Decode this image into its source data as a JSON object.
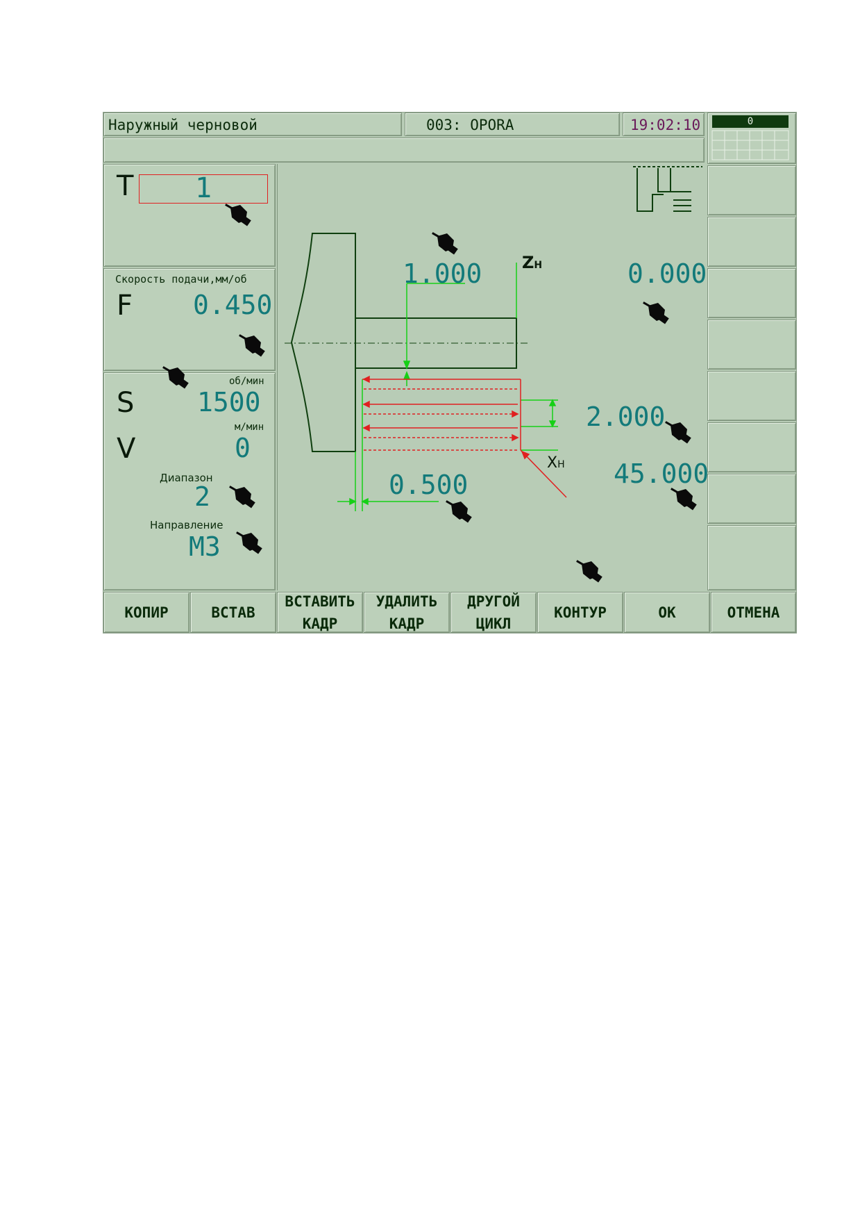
{
  "header": {
    "cycle_name": "Наружный черновой",
    "program": "003: OPORA",
    "time": "19:02:10",
    "counter": "0"
  },
  "left": {
    "tool_letter": "T",
    "tool_value": "1",
    "feed_label": "Скорость подачи,мм/об",
    "feed_letter": "F",
    "feed_value": "0.450",
    "speed_unit": "об/мин",
    "speed_letter": "S",
    "speed_value": "1500",
    "cut_unit": "м/мин",
    "cut_letter": "V",
    "cut_value": "0",
    "range_label": "Диапазон",
    "range_value": "2",
    "direction_label": "Направление",
    "direction_value": "M3"
  },
  "drawing": {
    "stock_allowance": "1.000",
    "z_axis_label": "Z",
    "z_sub": "H",
    "z_value": "0.000",
    "depth_value": "2.000",
    "angle_value": "45.000",
    "x_axis_label": "X",
    "x_sub": "H",
    "finish_allowance": "0.500"
  },
  "softkeys": [
    "КОПИР",
    "ВСТАВ",
    "ВСТАВИТЬ\nКАДР",
    "УДАЛИТЬ\nКАДР",
    "ДРУГОЙ\nЦИКЛ",
    "КОНТУР",
    "OK",
    "ОТМЕНА"
  ],
  "colors": {
    "screen_bg": "#b8ccb6",
    "value": "#137a7a",
    "drawing_line": "#0f3f0f",
    "dim_green": "#16d016",
    "path_red": "#e02020",
    "time": "#6a1a5a"
  }
}
